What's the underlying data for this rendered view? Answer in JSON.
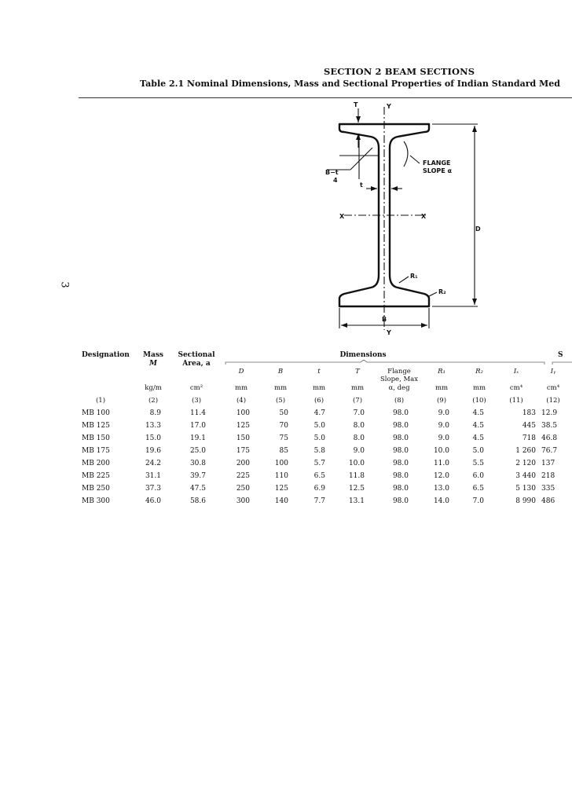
{
  "page": {
    "section_title": "SECTION 2  BEAM SECTIONS",
    "table_title": "Table 2.1   Nominal Dimensions, Mass and Sectional Properties of Indian Standard Med",
    "page_number": "3"
  },
  "figure": {
    "labels": {
      "T": "T",
      "Y_top": "Y",
      "Y_bottom": "Y",
      "X_left": "X",
      "X_right": "X",
      "flange_slope_1": "FLANGE",
      "flange_slope_2": "SLOPE α",
      "b_minus_t": "B−t",
      "four": "4",
      "t": "t",
      "D": "D",
      "R1": "R₁",
      "R2": "R₂",
      "B": "B"
    }
  },
  "table": {
    "headers": {
      "designation": "Designation",
      "mass_1": "Mass",
      "mass_2": "M",
      "area_1": "Sectional",
      "area_2": "Area, a",
      "dimensions": "Dimensions",
      "S": "S",
      "D": "D",
      "B": "B",
      "t": "t",
      "T": "T",
      "slope_1": "Flange",
      "slope_2": "Slope, Max",
      "R1": "R₁",
      "R2": "R₂",
      "Ix": "Iₓ",
      "Iy": "Iᵧ"
    },
    "units": {
      "mass": "kg/m",
      "area": "cm²",
      "D": "mm",
      "B": "mm",
      "t": "mm",
      "T": "mm",
      "slope": "α, deg",
      "R1": "mm",
      "R2": "mm",
      "Ix": "cm⁴",
      "Iy": "cm⁴"
    },
    "col_numbers": [
      "(1)",
      "(2)",
      "(3)",
      "(4)",
      "(5)",
      "(6)",
      "(7)",
      "(8)",
      "(9)",
      "(10)",
      "(11)",
      "(12)"
    ],
    "rows": [
      [
        "MB 100",
        "8.9",
        "11.4",
        "100",
        "50",
        "4.7",
        "7.0",
        "98.0",
        "9.0",
        "4.5",
        "183",
        "12.9"
      ],
      [
        "MB 125",
        "13.3",
        "17.0",
        "125",
        "70",
        "5.0",
        "8.0",
        "98.0",
        "9.0",
        "4.5",
        "445",
        "38.5"
      ],
      [
        "MB 150",
        "15.0",
        "19.1",
        "150",
        "75",
        "5.0",
        "8.0",
        "98.0",
        "9.0",
        "4.5",
        "718",
        "46.8"
      ],
      [
        "MB 175",
        "19.6",
        "25.0",
        "175",
        "85",
        "5.8",
        "9.0",
        "98.0",
        "10.0",
        "5.0",
        "1 260",
        "76.7"
      ],
      [
        "MB 200",
        "24.2",
        "30.8",
        "200",
        "100",
        "5.7",
        "10.0",
        "98.0",
        "11.0",
        "5.5",
        "2 120",
        "137"
      ],
      [
        "MB 225",
        "31.1",
        "39.7",
        "225",
        "110",
        "6.5",
        "11.8",
        "98.0",
        "12.0",
        "6.0",
        "3 440",
        "218"
      ],
      [
        "MB 250",
        "37.3",
        "47.5",
        "250",
        "125",
        "6.9",
        "12.5",
        "98.0",
        "13.0",
        "6.5",
        "5 130",
        "335"
      ],
      [
        "MB 300",
        "46.0",
        "58.6",
        "300",
        "140",
        "7.7",
        "13.1",
        "98.0",
        "14.0",
        "7.0",
        "8 990",
        "486"
      ]
    ]
  }
}
